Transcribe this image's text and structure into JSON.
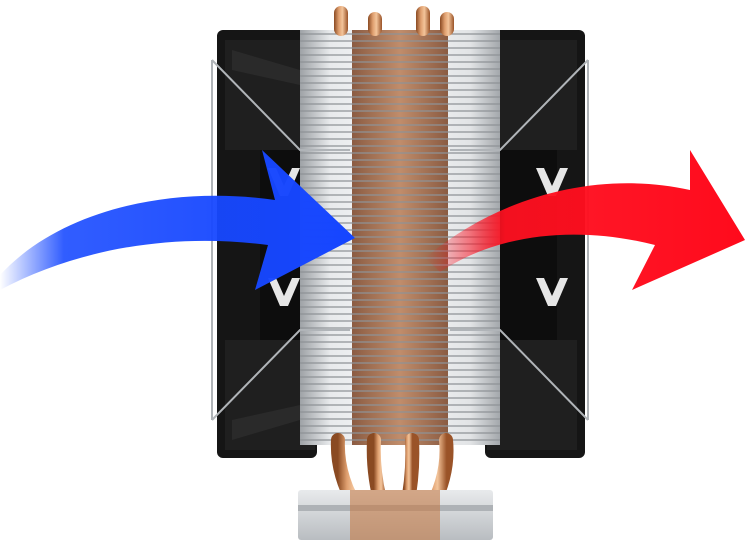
{
  "scene": {
    "subject": "cpu-tower-air-cooler",
    "fans": {
      "count": 2,
      "color": "#151515",
      "logo": "VVV"
    },
    "heatsink": {
      "fin_color": "#d4d6d8",
      "heatpipe_color": "#c87a45",
      "heatpipe_count": 4
    },
    "airflow": {
      "intake": {
        "direction": "left-to-right",
        "color": "#1a4bff"
      },
      "exhaust": {
        "direction": "left-to-right",
        "color": "#ff1020"
      }
    },
    "base": {
      "color": "#cfd3d6"
    }
  }
}
